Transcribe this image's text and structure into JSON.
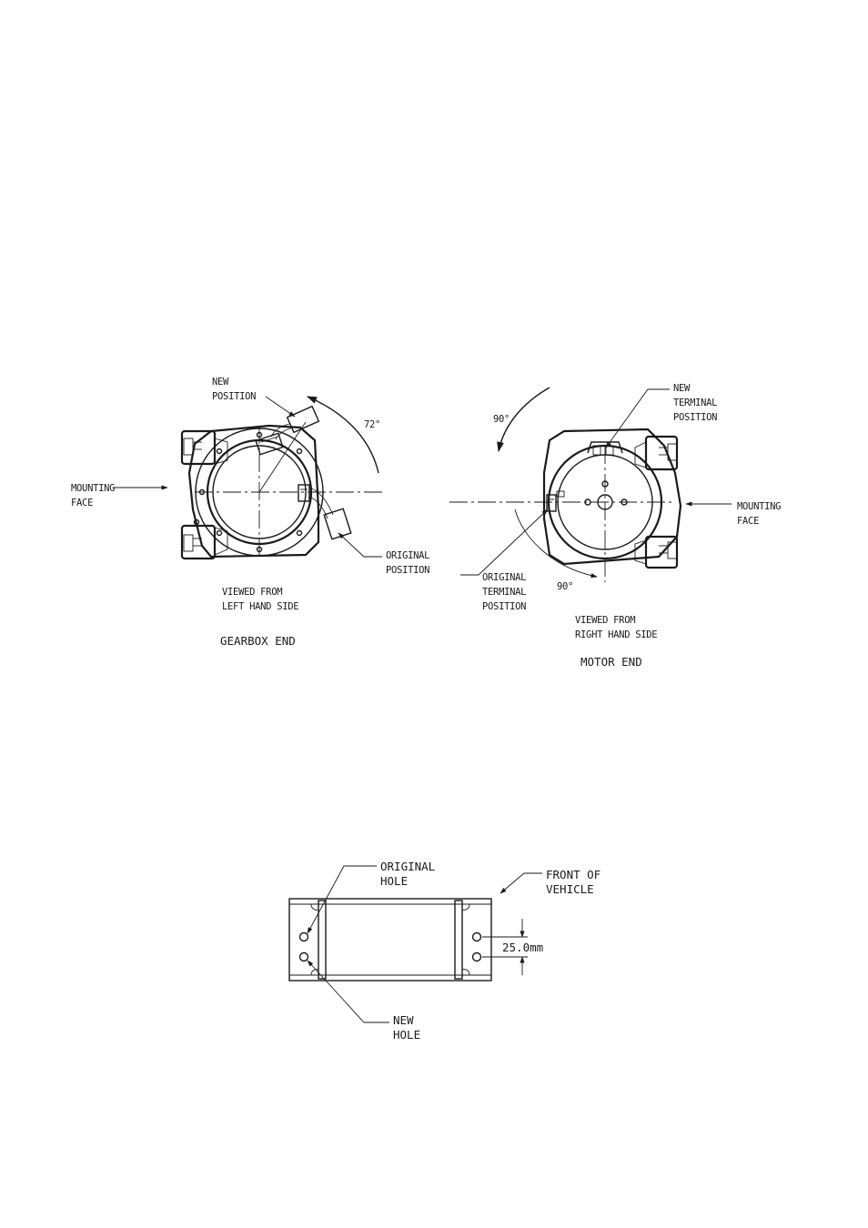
{
  "gearbox_view": {
    "new_position_label": [
      "NEW",
      "POSITION"
    ],
    "angle_label": "72°",
    "mounting_face_label": [
      "MOUNTING",
      "FACE"
    ],
    "original_position_label": [
      "ORIGINAL",
      "POSITION"
    ],
    "viewed_from_label": [
      "VIEWED FROM",
      "LEFT HAND SIDE"
    ],
    "caption": "GEARBOX END"
  },
  "motor_view": {
    "angle_top_label": "90°",
    "new_terminal_label": [
      "NEW",
      "TERMINAL",
      "POSITION"
    ],
    "mounting_face_label": [
      "MOUNTING",
      "FACE"
    ],
    "original_terminal_label": [
      "ORIGINAL",
      "TERMINAL",
      "POSITION"
    ],
    "angle_bottom_label": "90°",
    "viewed_from_label": [
      "VIEWED FROM",
      "RIGHT HAND SIDE"
    ],
    "caption": "MOTOR END"
  },
  "hole_diagram": {
    "original_hole_label": [
      "ORIGINAL",
      "HOLE"
    ],
    "front_label": [
      "FRONT OF",
      "VEHICLE"
    ],
    "dimension_label": "25.0mm",
    "new_hole_label": [
      "NEW",
      "HOLE"
    ]
  }
}
